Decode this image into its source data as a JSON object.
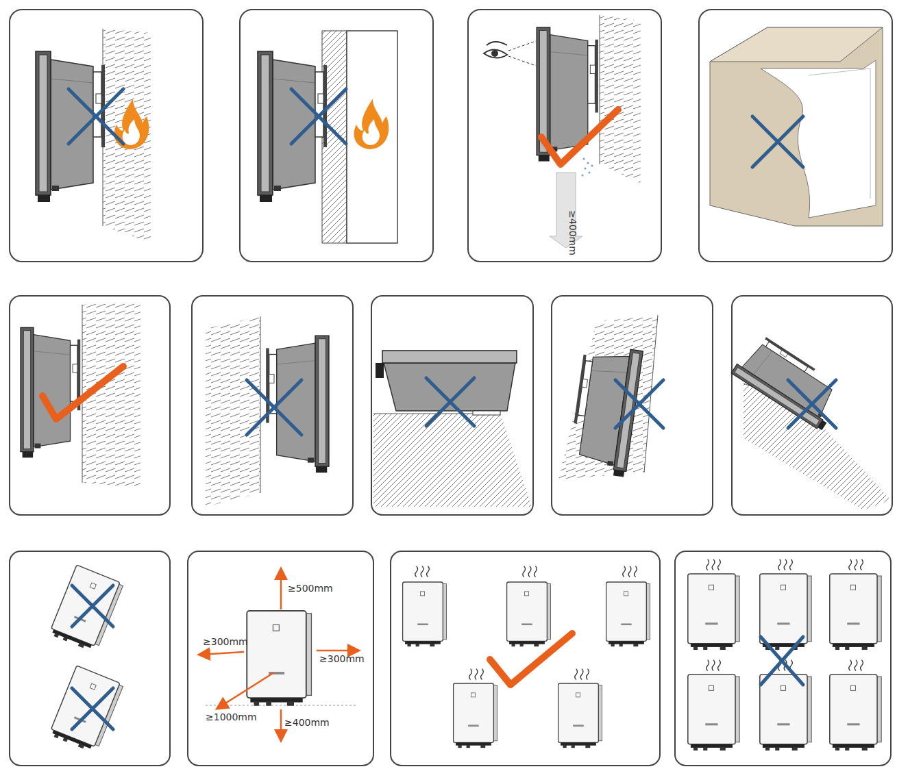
{
  "diagram": {
    "labels": [
      "≥400mm",
      "≥500mm",
      "≥300mm",
      "≥300mm",
      "≥1000mm",
      "≥400mm"
    ]
  }
}
